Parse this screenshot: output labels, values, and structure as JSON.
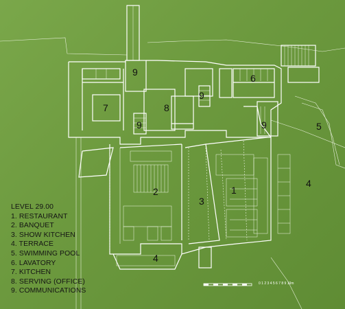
{
  "legend": {
    "title": "LEVEL 29.00",
    "items": [
      "1. RESTAURANT",
      "2. BANQUET",
      "3. SHOW KITCHEN",
      "4. TERRACE",
      "5. SWIMMING POOL",
      "6. LAVATORY",
      "7. KITCHEN",
      "8. SERVING (OFFICE)",
      "9. COMMUNICATIONS"
    ]
  },
  "room_labels": {
    "r1": "1",
    "r2": "2",
    "r3": "3",
    "r4a": "4",
    "r4b": "4",
    "r5": "5",
    "r6": "6",
    "r7": "7",
    "r8": "8",
    "r9a": "9",
    "r9b": "9",
    "r9c": "9",
    "r9d": "9"
  },
  "scale_bar": {
    "ticks": [
      "0",
      "1",
      "2",
      "3",
      "4",
      "5",
      "6",
      "7",
      "8",
      "9",
      "10m"
    ],
    "label": "0 1 2 3 4 5 6 7 8 9 10m"
  },
  "colors": {
    "background": "#6e9a3f",
    "lines": "#ffffff",
    "text": "#141414"
  }
}
